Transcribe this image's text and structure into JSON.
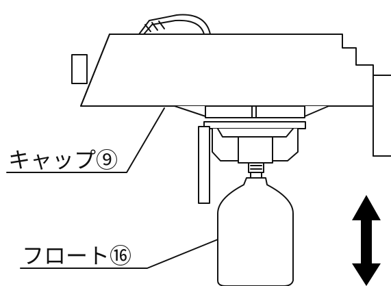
{
  "labels": {
    "cap": "キャップ⑨",
    "float": "フロート⑯"
  },
  "colors": {
    "line": "#111111",
    "background": "#ffffff",
    "arrow": "#000000"
  },
  "icons": {
    "motion": "double-headed-vertical-arrow"
  }
}
